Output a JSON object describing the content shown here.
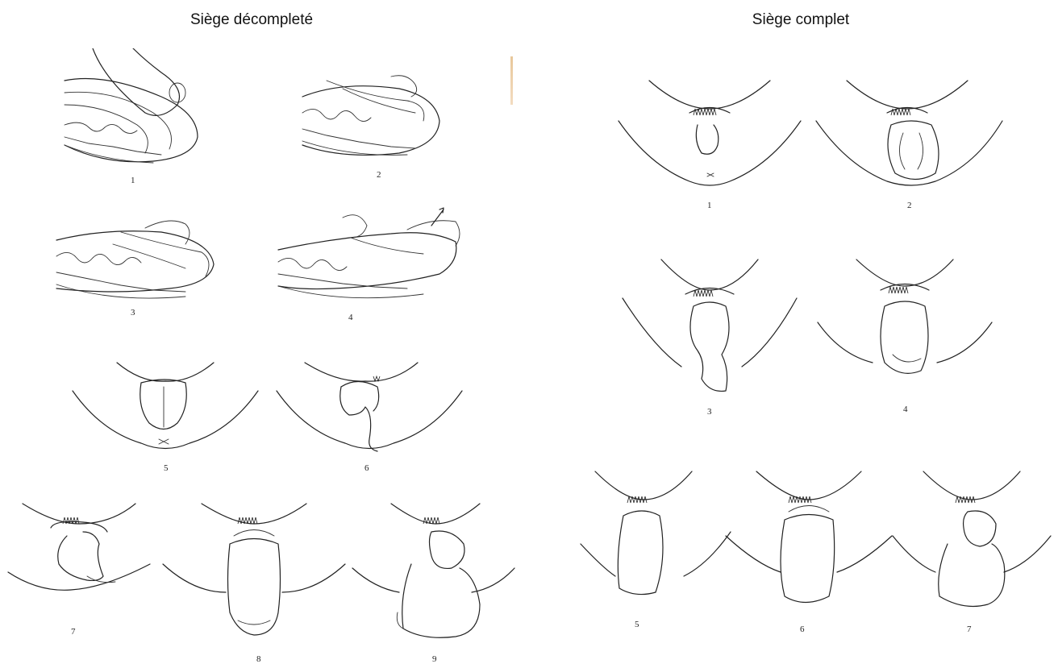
{
  "left": {
    "title": "Siège décompleté",
    "figures": [
      "1",
      "2",
      "3",
      "4",
      "5",
      "6",
      "7",
      "8",
      "9"
    ]
  },
  "right": {
    "title": "Siège complet",
    "figures": [
      "1",
      "2",
      "3",
      "4",
      "5",
      "6",
      "7"
    ]
  },
  "figure_icons": [
    "pelvis-section-icon",
    "perineum-view-icon",
    "hair-crown-icon"
  ]
}
